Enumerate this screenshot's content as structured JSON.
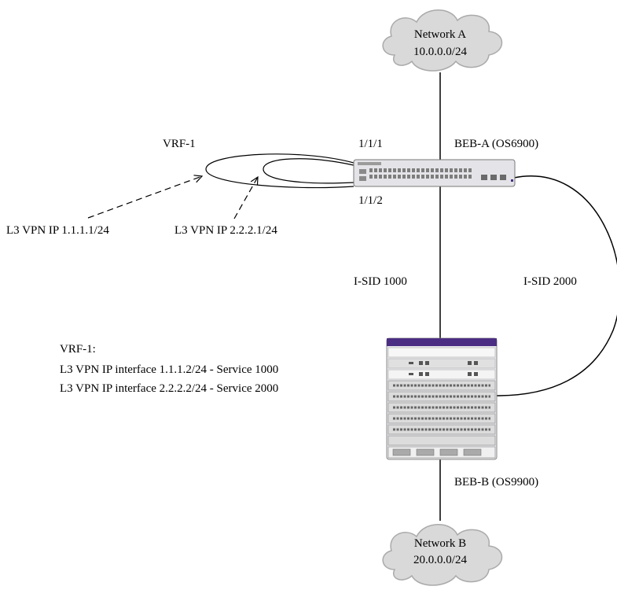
{
  "network_a": {
    "name": "Network A",
    "subnet": "10.0.0.0/24"
  },
  "network_b": {
    "name": "Network B",
    "subnet": "20.0.0.0/24"
  },
  "beb_a": {
    "label": "BEB-A (OS6900)",
    "port1": "1/1/1",
    "port2": "1/1/2"
  },
  "beb_b": {
    "label": "BEB-B (OS9900)"
  },
  "vrf_label": "VRF-1",
  "vpn_ip_1": "L3 VPN IP 1.1.1.1/24",
  "vpn_ip_2": "L3 VPN IP 2.2.2.1/24",
  "isid_1": "I-SID 1000",
  "isid_2": "I-SID 2000",
  "vrf_config": {
    "title": "VRF-1:",
    "lines": [
      "L3 VPN IP interface 1.1.1.2/24 - Service 1000",
      "L3 VPN IP interface 2.2.2.2/24 - Service 2000"
    ]
  },
  "colors": {
    "cloud_fill": "#d9d9d9",
    "cloud_stroke": "#aaaaaa",
    "chassis_accent": "#4b2e83"
  },
  "icons": {
    "cloud": "cloud-icon",
    "switch": "switch-icon",
    "chassis": "chassis-icon"
  }
}
